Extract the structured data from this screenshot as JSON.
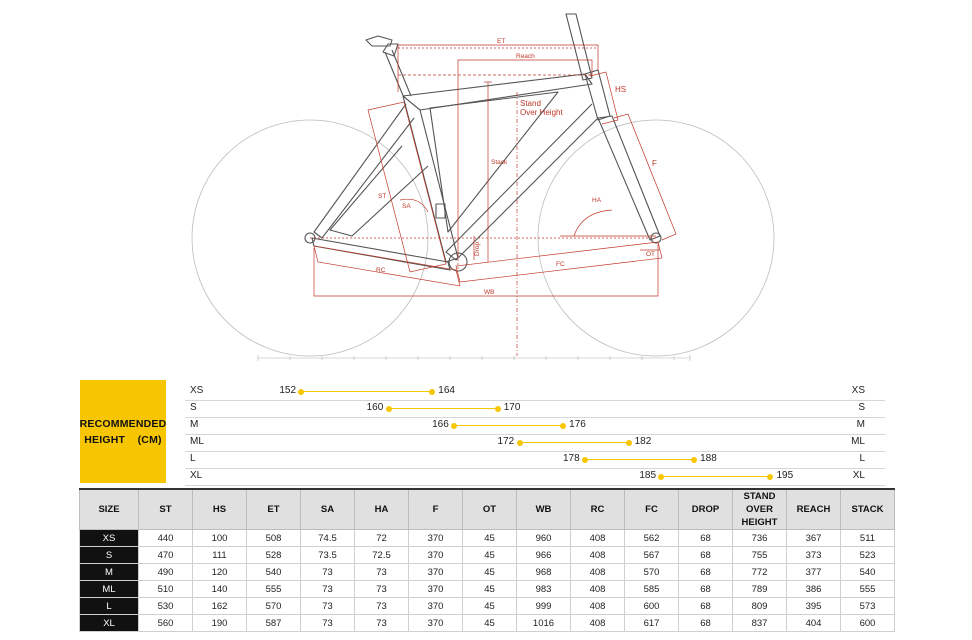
{
  "diagram": {
    "labels": {
      "et": "ET",
      "reach": "Reach",
      "hs": "HS",
      "stand_over": "Stand\nOver Height",
      "stack": "Stack",
      "f": "F",
      "st": "ST",
      "sa": "SA",
      "ha": "HA",
      "rc": "RC",
      "fc": "FC",
      "ot": "OT",
      "wb": "WB",
      "drop": "Drop"
    },
    "colors": {
      "dimension": "#c0392b",
      "frame": "#444444",
      "wheel": "#b8b8b8"
    }
  },
  "recommended": {
    "title_line1": "RECOMMENDED",
    "title_line2": "HEIGHT    (CM)",
    "accent": "#f7c600",
    "axis_min": 145,
    "axis_max": 200,
    "rows": [
      {
        "size": "XS",
        "min": 152,
        "max": 164
      },
      {
        "size": "S",
        "min": 160,
        "max": 170
      },
      {
        "size": "M",
        "min": 166,
        "max": 176
      },
      {
        "size": "ML",
        "min": 172,
        "max": 182
      },
      {
        "size": "L",
        "min": 178,
        "max": 188
      },
      {
        "size": "XL",
        "min": 185,
        "max": 195
      }
    ]
  },
  "table": {
    "headers": [
      "SIZE",
      "ST",
      "HS",
      "ET",
      "SA",
      "HA",
      "F",
      "OT",
      "WB",
      "RC",
      "FC",
      "DROP",
      "STAND OVER HEIGHT",
      "REACH",
      "STACK"
    ],
    "rows": [
      [
        "XS",
        "440",
        "100",
        "508",
        "74.5",
        "72",
        "370",
        "45",
        "960",
        "408",
        "562",
        "68",
        "736",
        "367",
        "511"
      ],
      [
        "S",
        "470",
        "111",
        "528",
        "73.5",
        "72.5",
        "370",
        "45",
        "966",
        "408",
        "567",
        "68",
        "755",
        "373",
        "523"
      ],
      [
        "M",
        "490",
        "120",
        "540",
        "73",
        "73",
        "370",
        "45",
        "968",
        "408",
        "570",
        "68",
        "772",
        "377",
        "540"
      ],
      [
        "ML",
        "510",
        "140",
        "555",
        "73",
        "73",
        "370",
        "45",
        "983",
        "408",
        "585",
        "68",
        "789",
        "386",
        "555"
      ],
      [
        "L",
        "530",
        "162",
        "570",
        "73",
        "73",
        "370",
        "45",
        "999",
        "408",
        "600",
        "68",
        "809",
        "395",
        "573"
      ],
      [
        "XL",
        "560",
        "190",
        "587",
        "73",
        "73",
        "370",
        "45",
        "1016",
        "408",
        "617",
        "68",
        "837",
        "404",
        "600"
      ]
    ]
  }
}
